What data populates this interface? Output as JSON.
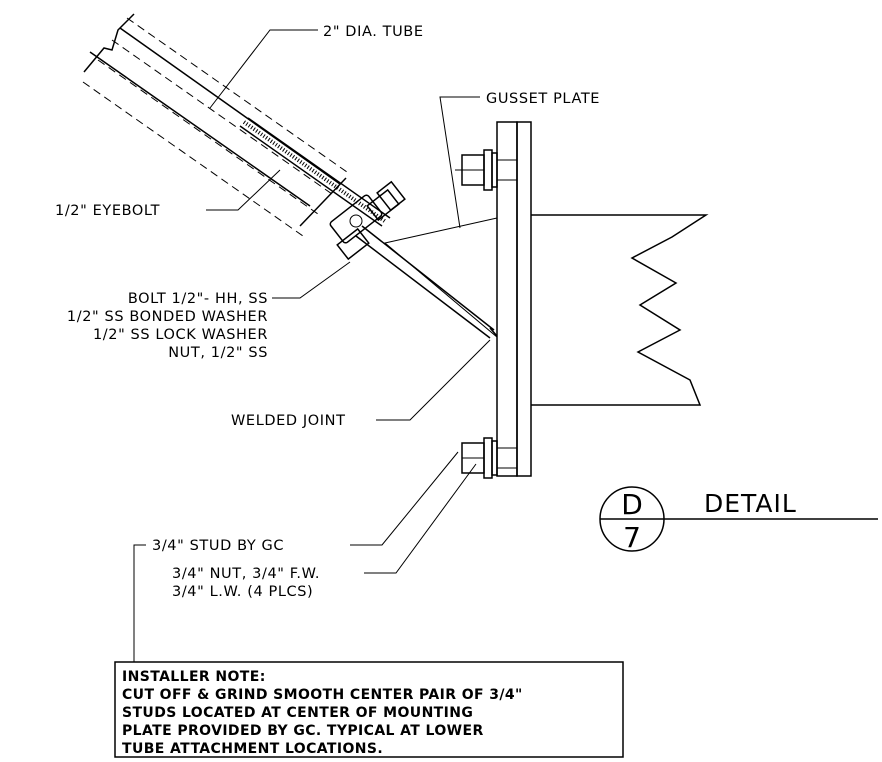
{
  "labels": {
    "tube": "2\" DIA. TUBE",
    "gusset": "GUSSET PLATE",
    "eyebolt": "1/2\" EYEBOLT",
    "bolt": "BOLT 1/2\"- HH, SS",
    "bonded_washer": "1/2\" SS BONDED WASHER",
    "lock_washer": "1/2\" SS LOCK WASHER",
    "nut": "NUT, 1/2\" SS",
    "welded_joint": "WELDED JOINT",
    "stud": "3/4\" STUD BY GC",
    "stud_nut": "3/4\" NUT, 3/4\" F.W.",
    "stud_lw": "3/4\" L.W. (4 PLCS)"
  },
  "note": {
    "title": "INSTALLER NOTE:",
    "lines": [
      "CUT OFF & GRIND SMOOTH CENTER PAIR OF 3/4\"",
      "STUDS LOCATED AT CENTER OF MOUNTING",
      "PLATE PROVIDED BY GC.  TYPICAL AT LOWER",
      "TUBE ATTACHMENT LOCATIONS."
    ]
  },
  "callout": {
    "letter": "D",
    "sheet": "7",
    "label": "DETAIL"
  }
}
